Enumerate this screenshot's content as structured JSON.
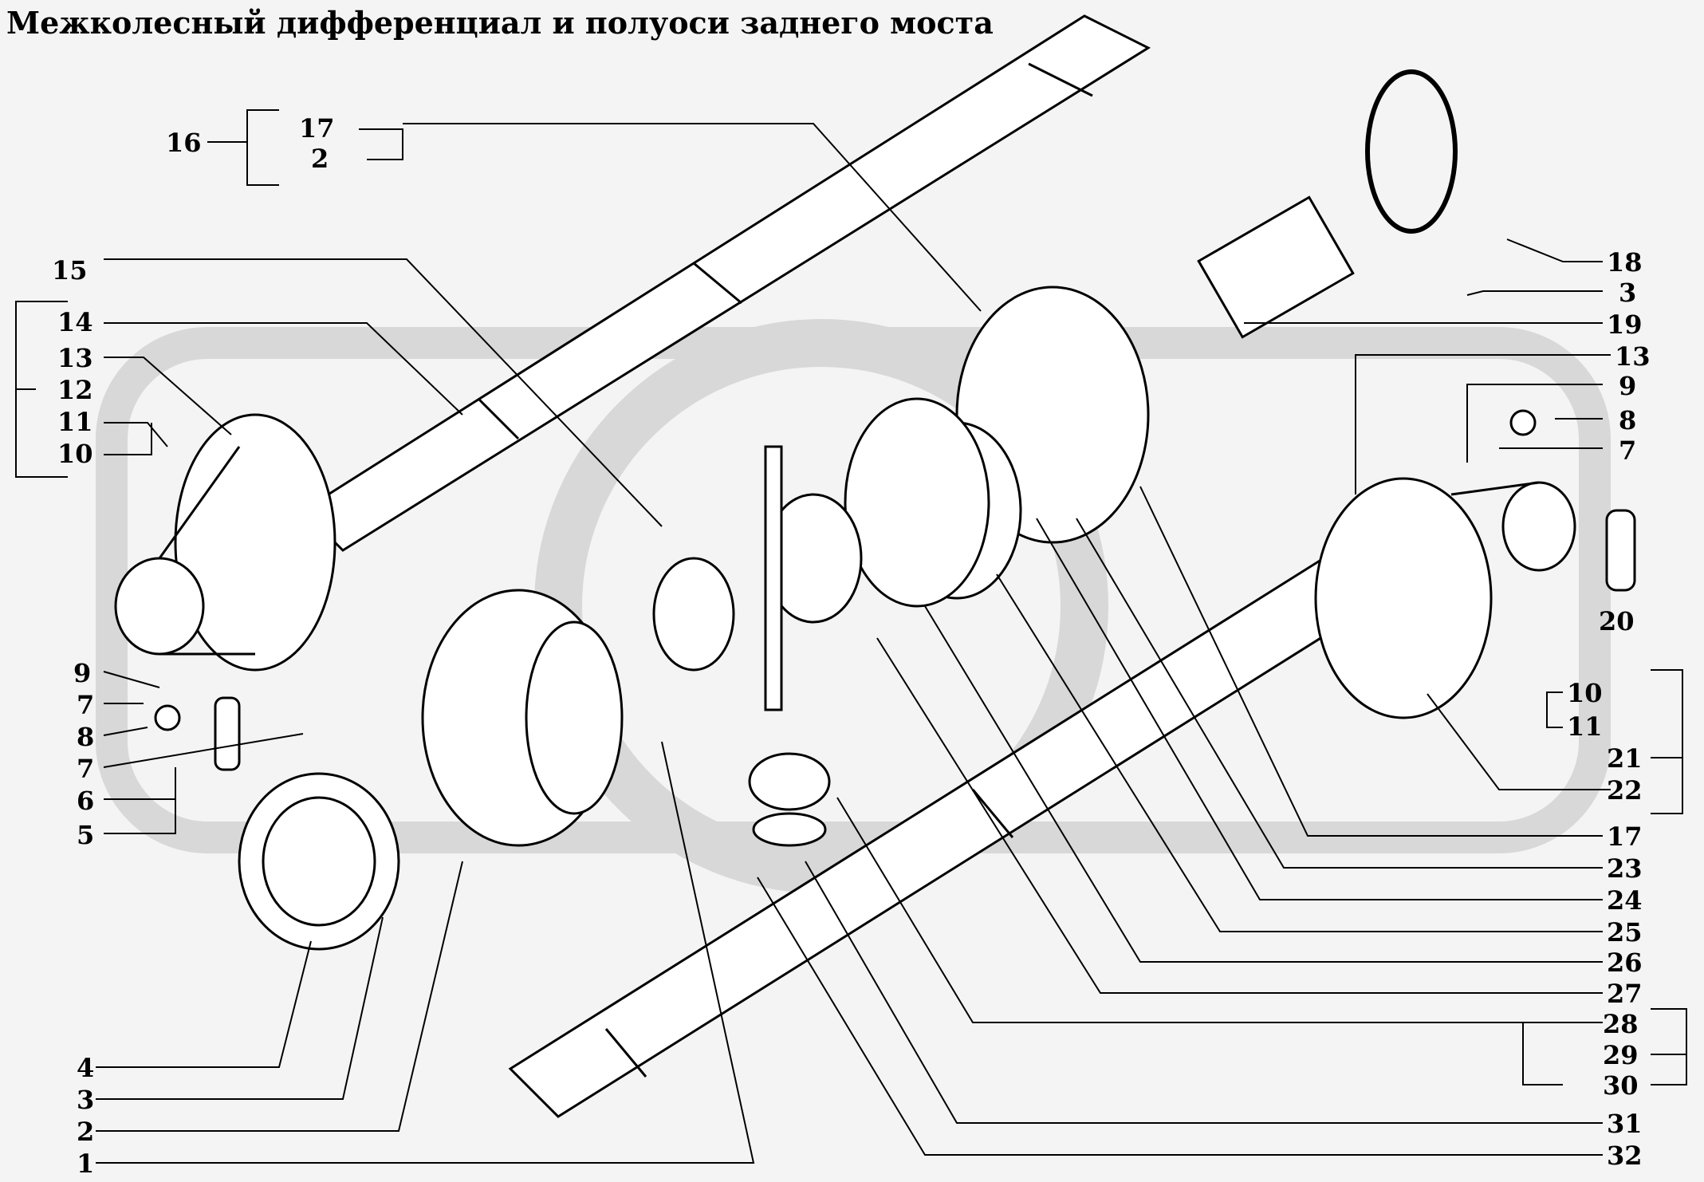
{
  "title": "Межколесный дифференциал и полуоси заднего моста",
  "callouts_left": [
    "16",
    "17",
    "2",
    "15",
    "14",
    "13",
    "12",
    "11",
    "10",
    "9",
    "7",
    "8",
    "7",
    "6",
    "5",
    "4",
    "3",
    "2",
    "1"
  ],
  "callouts_right": [
    "18",
    "3",
    "19",
    "13",
    "9",
    "8",
    "7",
    "20",
    "10",
    "11",
    "21",
    "22",
    "17",
    "23",
    "24",
    "25",
    "26",
    "27",
    "28",
    "29",
    "30",
    "31",
    "32"
  ],
  "colors": {
    "ink": "#000000",
    "paper": "#f4f4f4",
    "watermark": "#d6d6d6"
  }
}
